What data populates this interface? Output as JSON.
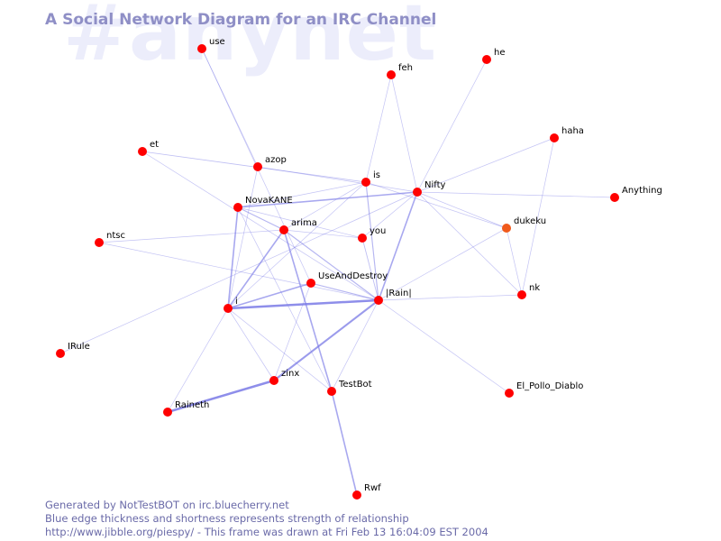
{
  "watermark": "#anynet",
  "title": "A Social Network Diagram for an IRC Channel",
  "footer": {
    "line1": "Generated by NotTestBOT on irc.bluecherry.net",
    "line2": "Blue edge thickness and shortness represents strength of relationship",
    "line3": "http://www.jibble.org/piespy/ - This frame was drawn at Fri Feb 13 16:04:09 EST 2004"
  },
  "colors": {
    "node": "#ff0000",
    "node_highlight": "#f05a1c",
    "edge": "#7a7ae6",
    "title": "#8f8fc6",
    "watermark": "#ecedfb"
  },
  "graph": {
    "nodes": [
      {
        "id": "use",
        "label": "use"
      },
      {
        "id": "feh",
        "label": "feh"
      },
      {
        "id": "he",
        "label": "he"
      },
      {
        "id": "haha",
        "label": "haha"
      },
      {
        "id": "et",
        "label": "et"
      },
      {
        "id": "azop",
        "label": "azop"
      },
      {
        "id": "is",
        "label": "is"
      },
      {
        "id": "Nifty",
        "label": "Nifty"
      },
      {
        "id": "Anything",
        "label": "Anything"
      },
      {
        "id": "NovaKANE",
        "label": "NovaKANE"
      },
      {
        "id": "arima",
        "label": "arima"
      },
      {
        "id": "you",
        "label": "you"
      },
      {
        "id": "dukeku",
        "label": "dukeku",
        "highlight": true
      },
      {
        "id": "ntsc",
        "label": "ntsc"
      },
      {
        "id": "UseAndDestroy",
        "label": "UseAndDestroy"
      },
      {
        "id": "nk",
        "label": "nk"
      },
      {
        "id": "Rain",
        "label": "|Rain|"
      },
      {
        "id": "i",
        "label": "i"
      },
      {
        "id": "IRule",
        "label": "IRule"
      },
      {
        "id": "zinx",
        "label": "zinx"
      },
      {
        "id": "TestBot",
        "label": "TestBot"
      },
      {
        "id": "El_Pollo_Diablo",
        "label": "El_Pollo_Diablo"
      },
      {
        "id": "Raineth",
        "label": "Raineth"
      },
      {
        "id": "Rwf",
        "label": "Rwf"
      }
    ],
    "edges": [
      {
        "source": "i",
        "target": "Rain",
        "strength": 3
      },
      {
        "source": "zinx",
        "target": "Raineth",
        "strength": 3
      },
      {
        "source": "zinx",
        "target": "Rain",
        "strength": 2.5
      },
      {
        "source": "i",
        "target": "NovaKANE",
        "strength": 2
      },
      {
        "source": "i",
        "target": "arima",
        "strength": 2
      },
      {
        "source": "i",
        "target": "UseAndDestroy",
        "strength": 2
      },
      {
        "source": "Nifty",
        "target": "Rain",
        "strength": 2
      },
      {
        "source": "TestBot",
        "target": "Rwf",
        "strength": 2
      },
      {
        "source": "arima",
        "target": "TestBot",
        "strength": 2
      },
      {
        "source": "NovaKANE",
        "target": "Nifty",
        "strength": 2
      },
      {
        "source": "NovaKANE",
        "target": "arima",
        "strength": 1.5
      },
      {
        "source": "is",
        "target": "Rain",
        "strength": 1.5
      },
      {
        "source": "arima",
        "target": "Rain",
        "strength": 1.5
      },
      {
        "source": "UseAndDestroy",
        "target": "Rain",
        "strength": 1.5
      },
      {
        "source": "et",
        "target": "is",
        "strength": 1.2
      },
      {
        "source": "et",
        "target": "Rain",
        "strength": 1
      },
      {
        "source": "azop",
        "target": "Nifty",
        "strength": 1
      },
      {
        "source": "azop",
        "target": "i",
        "strength": 1
      },
      {
        "source": "NovaKANE",
        "target": "is",
        "strength": 1
      },
      {
        "source": "you",
        "target": "Rain",
        "strength": 1.2
      },
      {
        "source": "you",
        "target": "Nifty",
        "strength": 1
      },
      {
        "source": "i",
        "target": "TestBot",
        "strength": 1
      },
      {
        "source": "i",
        "target": "Raineth",
        "strength": 1
      },
      {
        "source": "i",
        "target": "zinx",
        "strength": 1
      },
      {
        "source": "UseAndDestroy",
        "target": "zinx",
        "strength": 1
      },
      {
        "source": "TestBot",
        "target": "Rain",
        "strength": 1
      },
      {
        "source": "use",
        "target": "azop",
        "strength": 1
      },
      {
        "source": "use",
        "target": "UseAndDestroy",
        "strength": 1
      },
      {
        "source": "feh",
        "target": "is",
        "strength": 1
      },
      {
        "source": "feh",
        "target": "Nifty",
        "strength": 1
      },
      {
        "source": "he",
        "target": "Nifty",
        "strength": 1
      },
      {
        "source": "haha",
        "target": "Nifty",
        "strength": 1
      },
      {
        "source": "haha",
        "target": "nk",
        "strength": 1
      },
      {
        "source": "Nifty",
        "target": "Anything",
        "strength": 1
      },
      {
        "source": "Nifty",
        "target": "dukeku",
        "strength": 1
      },
      {
        "source": "Nifty",
        "target": "nk",
        "strength": 1
      },
      {
        "source": "is",
        "target": "dukeku",
        "strength": 1
      },
      {
        "source": "dukeku",
        "target": "nk",
        "strength": 1
      },
      {
        "source": "dukeku",
        "target": "Rain",
        "strength": 1
      },
      {
        "source": "nk",
        "target": "Rain",
        "strength": 1
      },
      {
        "source": "Rain",
        "target": "El_Pollo_Diablo",
        "strength": 1
      },
      {
        "source": "ntsc",
        "target": "arima",
        "strength": 1
      },
      {
        "source": "ntsc",
        "target": "Rain",
        "strength": 1
      },
      {
        "source": "IRule",
        "target": "Nifty",
        "strength": 1
      },
      {
        "source": "NovaKANE",
        "target": "TestBot",
        "strength": 1
      },
      {
        "source": "arima",
        "target": "is",
        "strength": 1
      },
      {
        "source": "arima",
        "target": "you",
        "strength": 1
      },
      {
        "source": "i",
        "target": "is",
        "strength": 1
      },
      {
        "source": "NovaKANE",
        "target": "you",
        "strength": 1
      }
    ]
  }
}
